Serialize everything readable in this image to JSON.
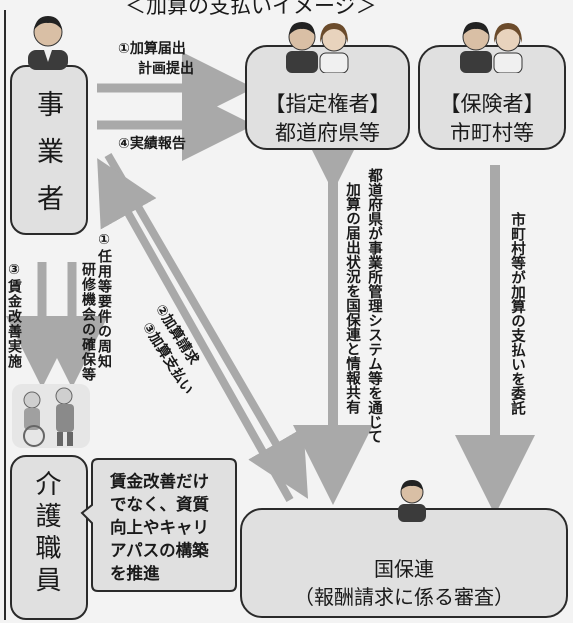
{
  "title": "＜加算の支払いイメージ＞",
  "jigyosha": {
    "label": "事業者"
  },
  "shitei": {
    "line1": "【指定権者】",
    "line2": "都道府県等"
  },
  "hokensha": {
    "line1": "【保険者】",
    "line2": "市町村等"
  },
  "kokuho": {
    "line1": "国保連",
    "line2": "（報酬請求に係る審査）"
  },
  "kaigo": {
    "label": "介護職員"
  },
  "note": {
    "lines": [
      "賃金改善だけ",
      "でなく、資質",
      "向上やキャリ",
      "アパスの構築",
      "を推進"
    ]
  },
  "arrows": {
    "a1_line1": "①加算届出",
    "a1_line2": "計画提出",
    "a4": "④実績報告",
    "a3": "③賃金改善実施",
    "a1b": "①任用等要件の周知",
    "a1b_2": "研修機会の確保等",
    "a2": "②加算請求",
    "a3b": "③加算支払い",
    "share_1": "都道府県が事業所管理システム等を通じて",
    "share_2": "加算の届出状況を国保連と情報共有",
    "itaku": "市町村等が加算の支払いを委託"
  },
  "colors": {
    "box": "#e0e0e0",
    "arrow": "#a9a9a9",
    "ink": "#1a1a1a"
  },
  "icons": [
    "businessman-icon",
    "officials-icon",
    "caregivers-icon",
    "person-icon"
  ]
}
